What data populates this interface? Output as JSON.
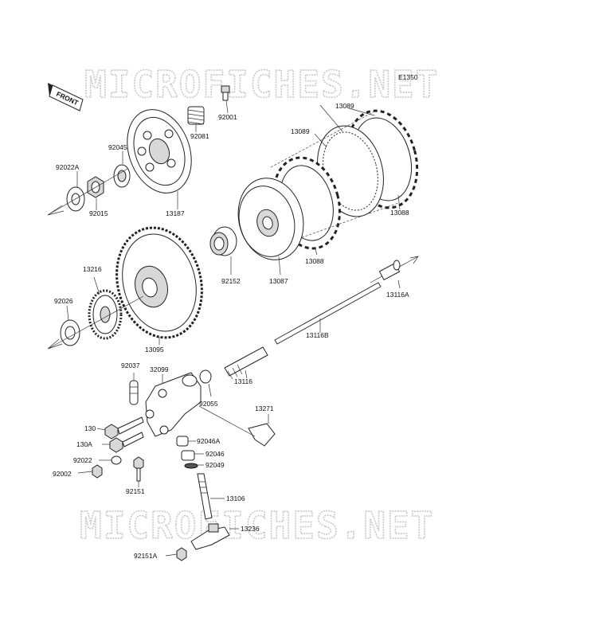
{
  "watermark": "MICROFICHES.NET",
  "diagram_code": "E1350",
  "front_label": "FRONT",
  "labels": {
    "p92001": "92001",
    "p92081": "92081",
    "p92045": "92045",
    "p92022A": "92022A",
    "p92015": "92015",
    "p13187": "13187",
    "p13089a": "13089",
    "p13089b": "13089",
    "p13088a": "13088",
    "p13088b": "13088",
    "p13087": "13087",
    "p92152": "92152",
    "p13216": "13216",
    "p92026": "92026",
    "p13095": "13095",
    "p13116A": "13116A",
    "p13116B": "13116B",
    "p13116": "13116",
    "p92037": "92037",
    "p32099": "32099",
    "p92055": "92055",
    "p13271": "13271",
    "p130": "130",
    "p130A": "130A",
    "p92046A": "92046A",
    "p92046": "92046",
    "p92022": "92022",
    "p92049": "92049",
    "p92002": "92002",
    "p92151": "92151",
    "p13106": "13106",
    "p13236": "13236",
    "p92151A": "92151A"
  }
}
